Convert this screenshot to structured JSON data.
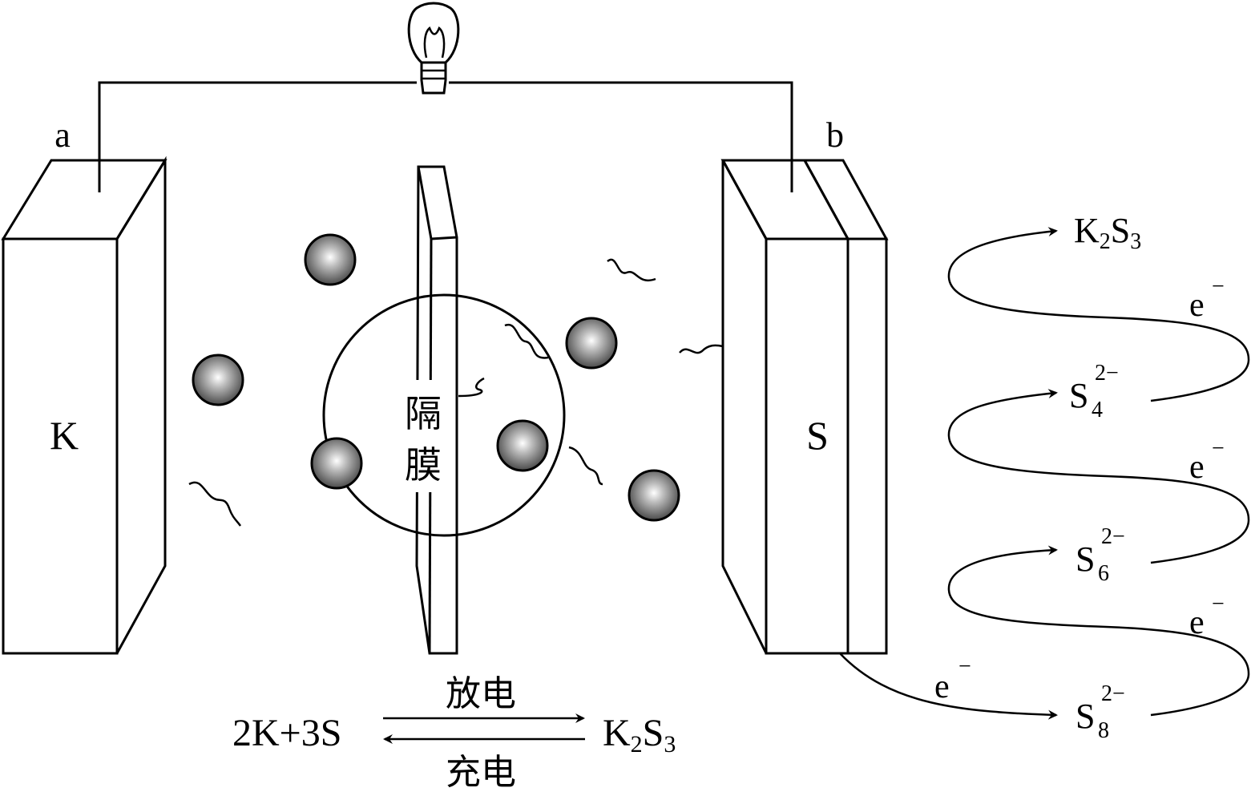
{
  "electrodes": {
    "left_label": "a",
    "right_label": "b",
    "left_material": "K",
    "right_material": "S"
  },
  "separator": {
    "label_line1": "隔",
    "label_line2": "膜"
  },
  "equation": {
    "left": "2K+3S",
    "right_main": "K",
    "right_sub1": "2",
    "right_s": "S",
    "right_sub2": "3",
    "forward": "放电",
    "reverse": "充电"
  },
  "species": {
    "top_main": "K",
    "top_sub1": "2",
    "top_s": "S",
    "top_sub2": "3",
    "s4_main": "S",
    "s4_sub": "4",
    "s4_sup": "2−",
    "s6_main": "S",
    "s6_sub": "6",
    "s6_sup": "2−",
    "s8_main": "S",
    "s8_sub": "8",
    "s8_sup": "2−"
  },
  "electron": {
    "label": "e",
    "charge": "−"
  },
  "colors": {
    "k_electrode": "#8c8c8c",
    "s_electrode_light": "#d8d8d8",
    "s_electrode_dark": "#8c8c8c",
    "ion": "#555555"
  }
}
